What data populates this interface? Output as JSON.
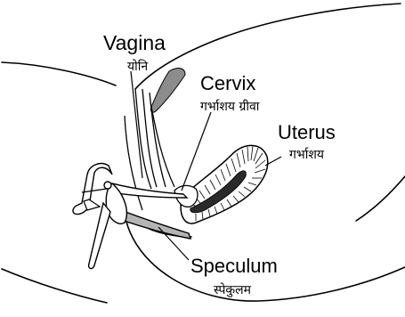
{
  "labels": {
    "vagina": {
      "en": "Vagina",
      "hi": "योनि"
    },
    "cervix": {
      "en": "Cervix",
      "hi": "गर्भाशय ग्रीवा"
    },
    "uterus": {
      "en": "Uterus",
      "hi": "गर्भाशय"
    },
    "speculum": {
      "en": "Speculum",
      "hi": "स्पेकुलम"
    }
  },
  "colors": {
    "line": "#000000",
    "tissue_shade": "#8c8c8c",
    "canal": "#2a2a2a",
    "background": "#ffffff"
  }
}
